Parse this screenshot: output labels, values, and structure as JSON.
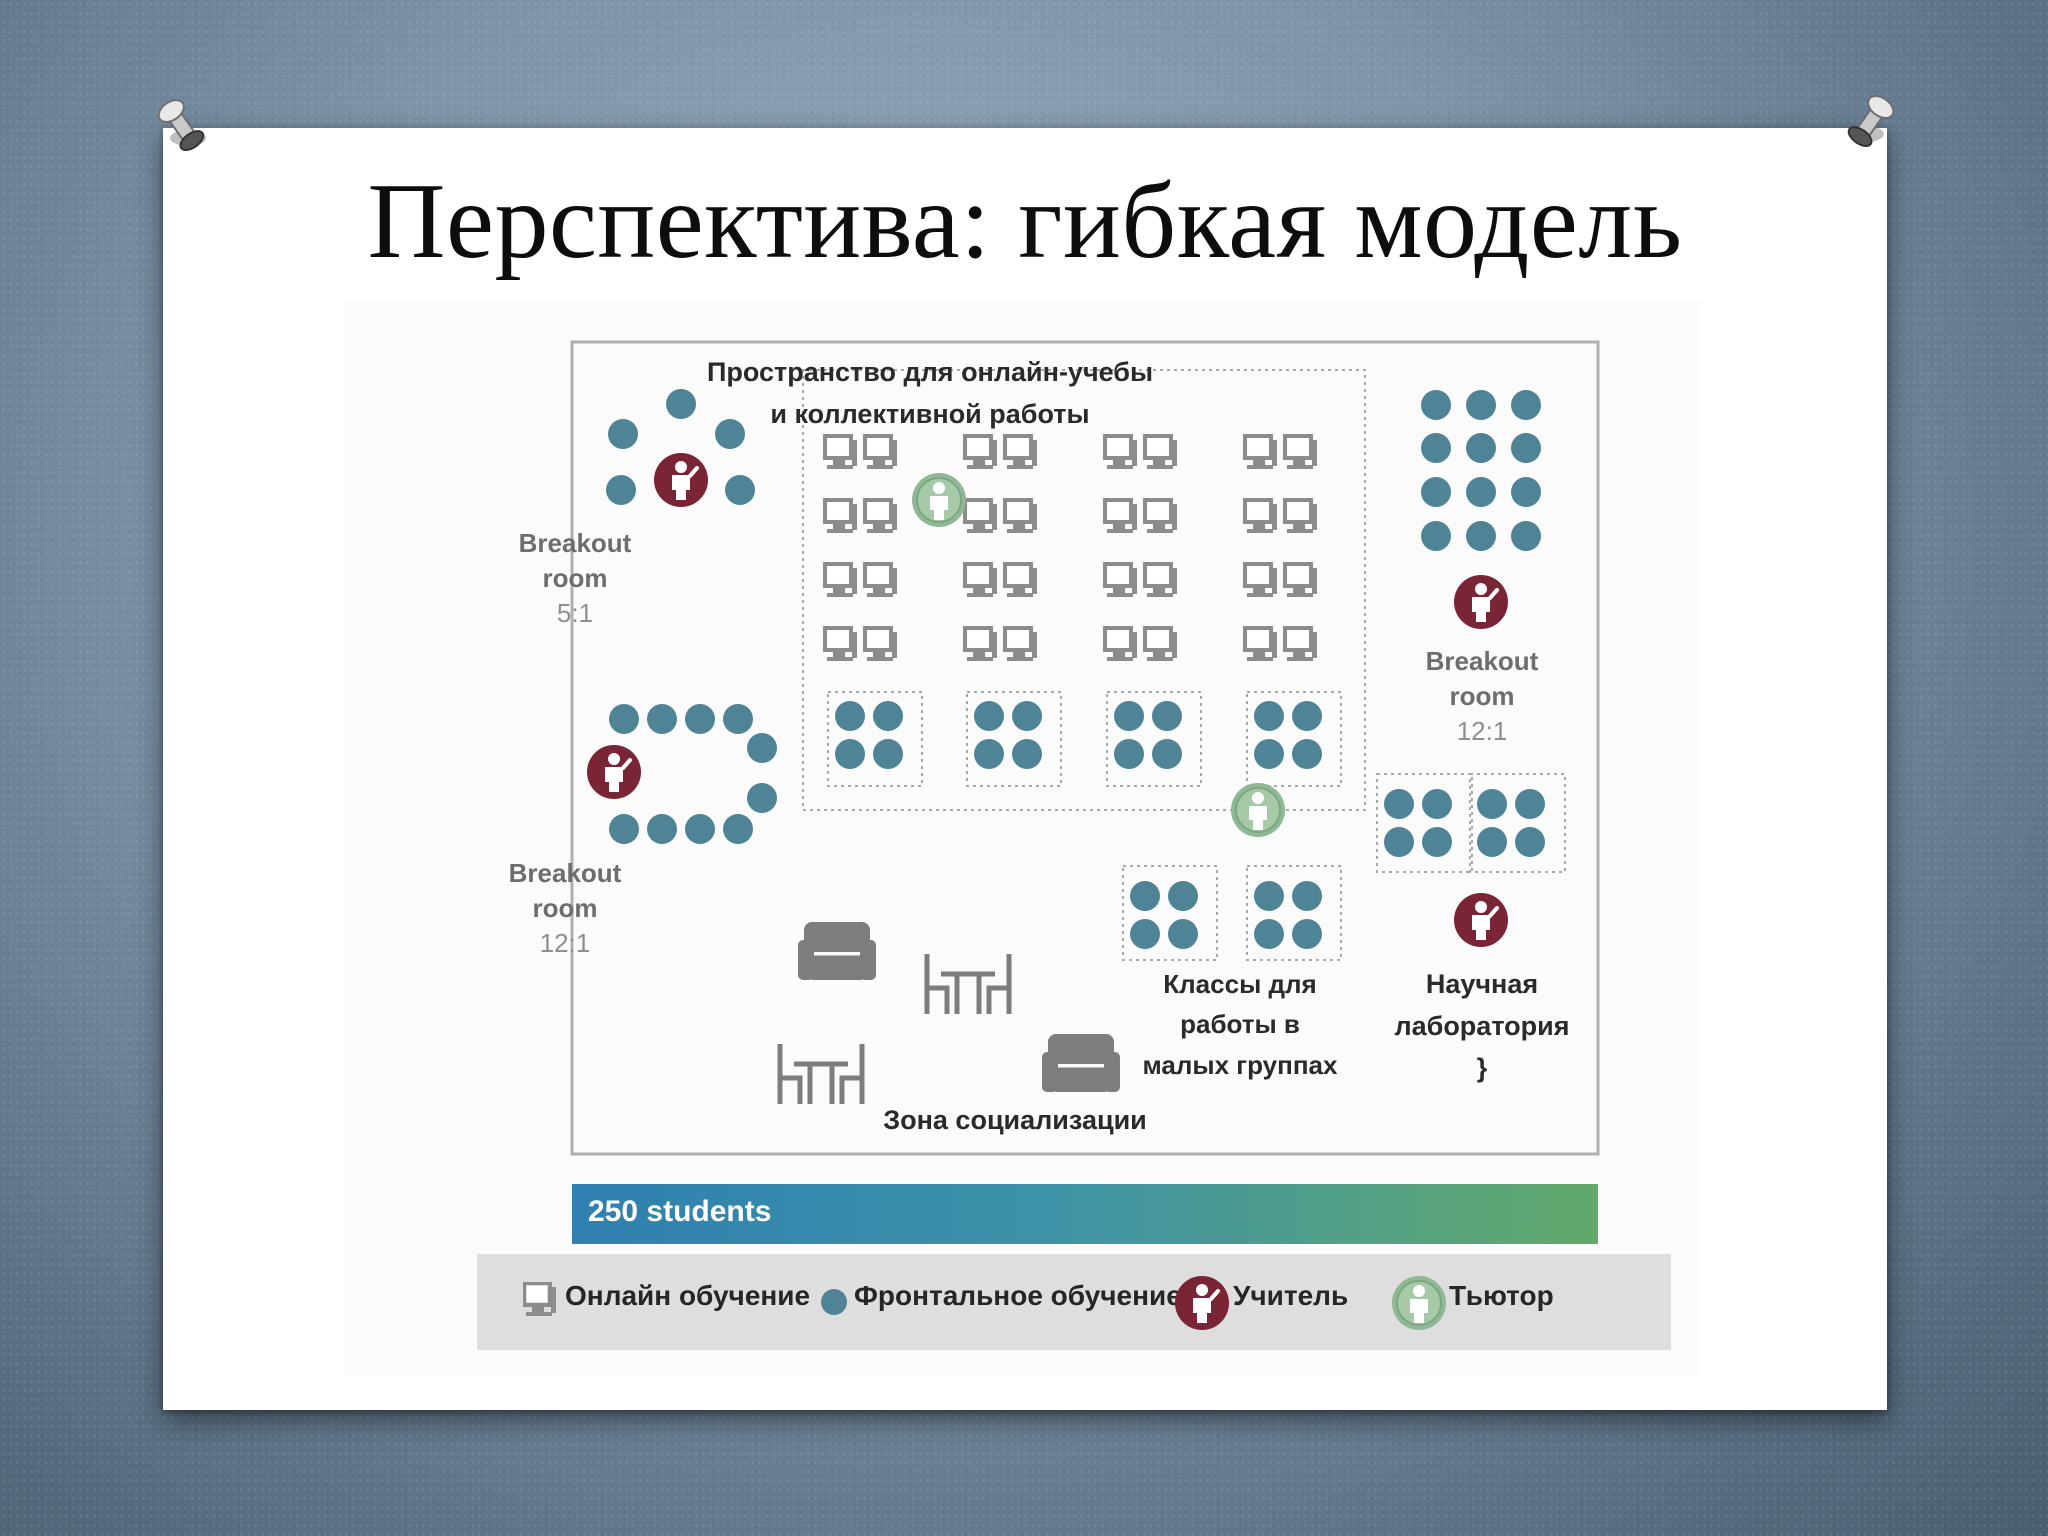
{
  "slide": {
    "title": "Перспектива: гибкая модель"
  },
  "diagram": {
    "online_zone": {
      "line1": "Пространство для онлайн-учебы",
      "line2": "и коллективной работы"
    },
    "breakout_left_top": {
      "line1": "Breakout",
      "line2": "room",
      "ratio": "5:1"
    },
    "breakout_left_bottom": {
      "line1": "Breakout",
      "line2": "room",
      "ratio": "12:1"
    },
    "breakout_right": {
      "line1": "Breakout",
      "line2": "room",
      "ratio": "12:1"
    },
    "small_groups": {
      "line1": "Классы для",
      "line2": "работы в",
      "line3": "малых группах"
    },
    "lab": {
      "line1": "Научная",
      "line2": "лаборатория"
    },
    "social": {
      "label": "Зона социализации"
    },
    "students_bar": {
      "label": "250 students"
    },
    "legend": {
      "online": "Онлайн обучение",
      "frontal": "Фронтальное обучение",
      "teacher": "Учитель",
      "tutor": "Тьютор"
    },
    "colors": {
      "student_dot": "#4f8396",
      "teacher": "#7a2536",
      "tutor": "#8fb894",
      "computer": "#8c8c8c",
      "furniture": "#7d7d7d",
      "bar_start": "#2f7fb0",
      "bar_end": "#63a96c"
    },
    "icons": [
      "computer-icon",
      "student-dot-icon",
      "teacher-icon",
      "tutor-icon",
      "sofa-icon",
      "table-chairs-icon",
      "pushpin-icon"
    ]
  }
}
